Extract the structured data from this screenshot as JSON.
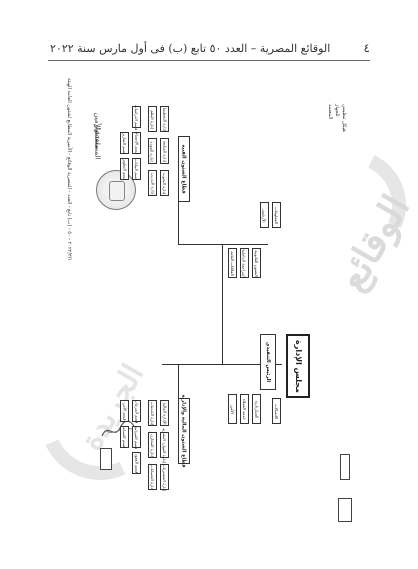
{
  "header": {
    "page_number": "٤",
    "title": "الوقائع المصرية – العدد ٥٠ تابع (ب) فى أول مارس سنة ٢٠٢٢"
  },
  "footer_strip": "٢٠٢٢/٣/١ - ٥٠ - (ب) تابع - العدد - المصرية الوقائع - الأميرية المطابع لشئون العامة الهيئة",
  "right_note": [
    "هيكل تنظيمي",
    "للجهاز",
    "المعتمد"
  ],
  "signature": {
    "title": "مستشار",
    "name": "المساعد والأمين"
  },
  "watermark": {
    "upper": "الوقائع",
    "lower": "الجريدة"
  },
  "org_chart": {
    "top": "مجلس الإدارة",
    "head": "الرئيس التنفيذي",
    "sector_a": "قطاع الشئون الفنية",
    "sector_b": "قطاع الشئون المالية والإدارية",
    "a_units": [
      "إدارة التخطيط",
      "إدارة المتابعة",
      "إدارة البحوث",
      "إدارة النظم",
      "إدارة الجودة",
      "إدارة التدريب"
    ],
    "a_sub": [
      "قسم الدراسات",
      "قسم الإحصاء",
      "قسم البيانات",
      "قسم التقارير",
      "قسم التطوير"
    ],
    "b_units": [
      "الإدارة المالية",
      "إدارة الموارد البشرية",
      "إدارة المشتريات",
      "إدارة الخدمات",
      "إدارة المخازن",
      "إدارة الحسابات"
    ],
    "b_sub": [
      "قسم المرتبات",
      "قسم الميزانية",
      "قسم العقود",
      "قسم الأمن",
      "قسم الصيانة"
    ],
    "staff": [
      "الشئون القانونية",
      "المراجعة الداخلية",
      "العلاقات العامة",
      "السكرتارية",
      "خدمة العملاء",
      "الأمن"
    ],
    "staff_sub": [
      "الأرشيف",
      "الاتصالات",
      "المعلومات"
    ]
  }
}
